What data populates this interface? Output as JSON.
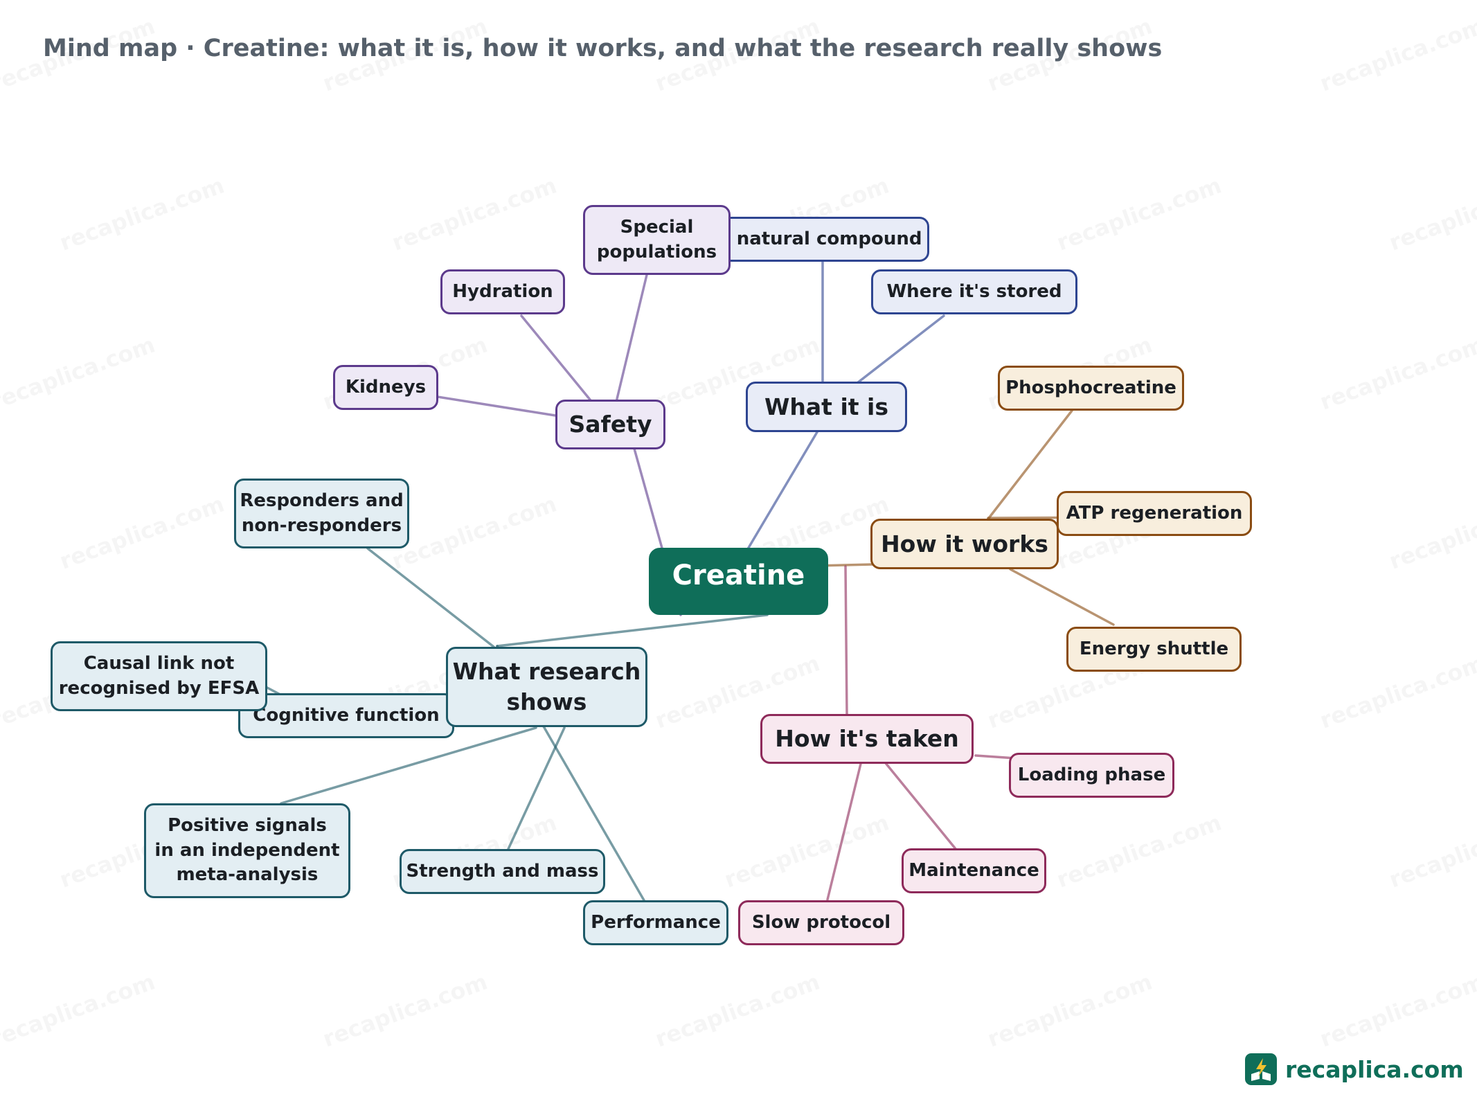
{
  "title": "Mind map · Creatine: what it is, how it works, and what the research really shows",
  "watermark_text": "recaplica.com",
  "brand": {
    "name": "recaplica.com",
    "icon": "lightning-book-logo"
  },
  "colors": {
    "center": "#0f6e59",
    "blue": "#2e4591",
    "orange": "#8a4c12",
    "pink": "#8e2a5a",
    "teal": "#1e5a68",
    "purple": "#5c3a8c"
  },
  "mindmap": {
    "center": "Creatine",
    "branches": [
      {
        "label": "What it is",
        "color": "blue",
        "children": [
          "A natural compound",
          "Where it's stored"
        ]
      },
      {
        "label": "How it works",
        "color": "orange",
        "children": [
          "Phosphocreatine",
          "ATP regeneration",
          "Energy shuttle"
        ]
      },
      {
        "label": "How it's taken",
        "color": "pink",
        "children": [
          "Loading phase",
          "Maintenance",
          "Slow protocol"
        ]
      },
      {
        "label": "What research shows",
        "color": "teal",
        "children": [
          "Responders and non-responders",
          "Cognitive function",
          "Causal link not recognised by EFSA",
          "Positive signals in an independent meta-analysis",
          "Strength and mass",
          "Performance"
        ]
      },
      {
        "label": "Safety",
        "color": "purple",
        "children": [
          "Kidneys",
          "Hydration",
          "Special populations"
        ]
      }
    ]
  }
}
